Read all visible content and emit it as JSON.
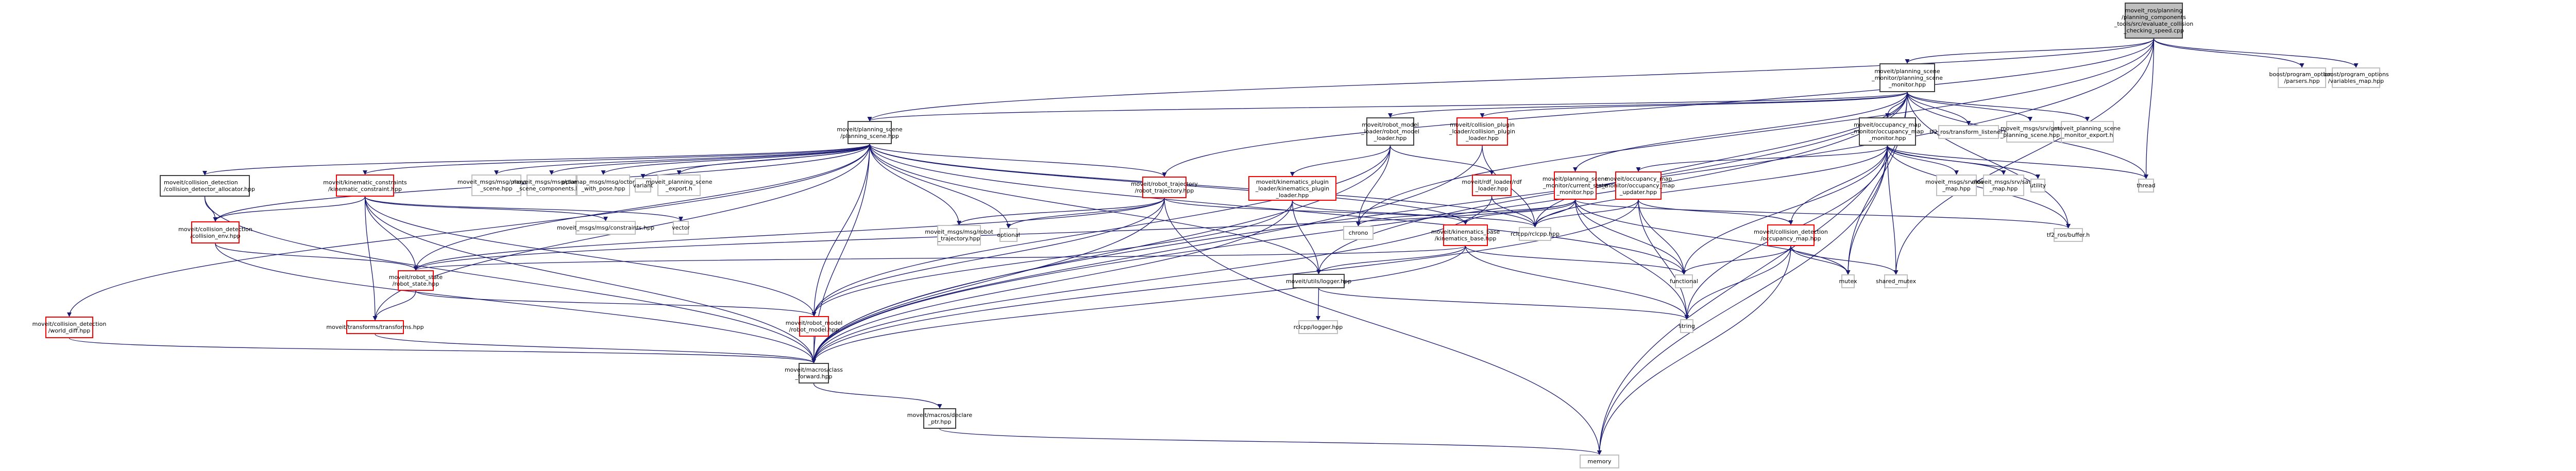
{
  "title": "Include dependency graph for evaluate_collision_checking_speed.cpp",
  "colors": {
    "edge": "#191970",
    "root_fill": "#bfbfbf",
    "documented_border": "#404040",
    "incomplete_border": "#ff0000",
    "external_border": "#bfbfbf"
  },
  "nodes": {
    "root": {
      "label": "moveit_ros/planning\n/planning_components\n_tools/src/evaluate_collision\n_checking_speed.cpp",
      "kind": "root"
    },
    "psm": {
      "label": "moveit/planning_scene\n_monitor/planning_scene\n_monitor.hpp",
      "kind": "documented"
    },
    "po_parsers": {
      "label": "boost/program_options\n/parsers.hpp",
      "kind": "external"
    },
    "po_vmap": {
      "label": "boost/program_options\n/variables_map.hpp",
      "kind": "external"
    },
    "ps": {
      "label": "moveit/planning_scene\n/planning_scene.hpp",
      "kind": "documented"
    },
    "rml": {
      "label": "moveit/robot_model\n_loader/robot_model\n_loader.hpp",
      "kind": "documented"
    },
    "cpl": {
      "label": "moveit/collision_plugin\n_loader/collision_plugin\n_loader.hpp",
      "kind": "incomplete"
    },
    "tf_listener": {
      "label": "tf2_ros/transform_listener.h",
      "kind": "external"
    },
    "get_ps": {
      "label": "moveit_msgs/srv/get\n_planning_scene.hpp",
      "kind": "external"
    },
    "psm_export": {
      "label": "moveit_planning_scene\n_monitor_export.h",
      "kind": "external"
    },
    "omm": {
      "label": "moveit/occupancy_map\n_monitor/occupancy_map\n_monitor.hpp",
      "kind": "documented"
    },
    "cda": {
      "label": "moveit/collision_detection\n/collision_detector_allocator.hpp",
      "kind": "documented"
    },
    "kc": {
      "label": "moveit/kinematic_constraints\n/kinematic_constraint.hpp",
      "kind": "incomplete"
    },
    "msg_ps": {
      "label": "moveit_msgs/msg/planning\n_scene.hpp",
      "kind": "external"
    },
    "msg_psc": {
      "label": "moveit_msgs/msg/planning\n_scene_components.hpp",
      "kind": "external"
    },
    "octomap": {
      "label": "octomap_msgs/msg/octomap\n_with_pose.hpp",
      "kind": "external"
    },
    "variant": {
      "label": "variant",
      "kind": "external"
    },
    "ps_export": {
      "label": "moveit_planning_scene\n_export.h",
      "kind": "external"
    },
    "rt": {
      "label": "moveit/robot_trajectory\n/robot_trajectory.hpp",
      "kind": "incomplete"
    },
    "kpl": {
      "label": "moveit/kinematics_plugin\n_loader/kinematics_plugin\n_loader.hpp",
      "kind": "incomplete"
    },
    "rdf": {
      "label": "moveit/rdf_loader/rdf\n_loader.hpp",
      "kind": "incomplete"
    },
    "csm": {
      "label": "moveit/planning_scene\n_monitor/current_state\n_monitor.hpp",
      "kind": "incomplete"
    },
    "omu": {
      "label": "moveit/occupancy_map\n_monitor/occupancy_map\n_updater.hpp",
      "kind": "incomplete"
    },
    "load_map": {
      "label": "moveit_msgs/srv/load\n_map.hpp",
      "kind": "external"
    },
    "save_map": {
      "label": "moveit_msgs/srv/save\n_map.hpp",
      "kind": "external"
    },
    "utility": {
      "label": "utility",
      "kind": "external"
    },
    "thread": {
      "label": "thread",
      "kind": "external"
    },
    "constraints": {
      "label": "moveit_msgs/msg/constraints.hpp",
      "kind": "external"
    },
    "vector": {
      "label": "vector",
      "kind": "external"
    },
    "msg_rt": {
      "label": "moveit_msgs/msg/robot\n_trajectory.hpp",
      "kind": "external"
    },
    "optional": {
      "label": "optional",
      "kind": "external"
    },
    "chrono": {
      "label": "chrono",
      "kind": "external"
    },
    "kb": {
      "label": "moveit/kinematics_base\n/kinematics_base.hpp",
      "kind": "incomplete"
    },
    "rclcpp": {
      "label": "rclcpp/rclcpp.hpp",
      "kind": "external"
    },
    "om": {
      "label": "moveit/collision_detection\n/occupancy_map.hpp",
      "kind": "incomplete"
    },
    "tf_buffer": {
      "label": "tf2_ros/buffer.h",
      "kind": "external"
    },
    "ce": {
      "label": "moveit/collision_detection\n/collision_env.hpp",
      "kind": "incomplete"
    },
    "rs": {
      "label": "moveit/robot_state\n/robot_state.hpp",
      "kind": "incomplete"
    },
    "wd": {
      "label": "moveit/collision_detection\n/world_diff.hpp",
      "kind": "incomplete"
    },
    "tr": {
      "label": "moveit/transforms/transforms.hpp",
      "kind": "incomplete"
    },
    "logger": {
      "label": "moveit/utils/logger.hpp",
      "kind": "documented"
    },
    "rclcpp_logger": {
      "label": "rclcpp/logger.hpp",
      "kind": "external"
    },
    "functional": {
      "label": "functional",
      "kind": "external"
    },
    "string": {
      "label": "string",
      "kind": "external"
    },
    "mutex": {
      "label": "mutex",
      "kind": "external"
    },
    "shared_mutex": {
      "label": "shared_mutex",
      "kind": "external"
    },
    "rm": {
      "label": "moveit/robot_model\n/robot_model.hpp",
      "kind": "incomplete"
    },
    "cf": {
      "label": "moveit/macros/class\n_forward.hpp",
      "kind": "documented"
    },
    "dp": {
      "label": "moveit/macros/declare\n_ptr.hpp",
      "kind": "documented"
    },
    "memory": {
      "label": "memory",
      "kind": "external"
    }
  },
  "edges": [
    [
      "root",
      "psm"
    ],
    [
      "root",
      "po_parsers"
    ],
    [
      "root",
      "po_vmap"
    ],
    [
      "root",
      "thread"
    ],
    [
      "root",
      "ps"
    ],
    [
      "root",
      "rt"
    ],
    [
      "root",
      "cf"
    ],
    [
      "root",
      "shared_mutex"
    ],
    [
      "root",
      "chrono"
    ],
    [
      "psm",
      "ps"
    ],
    [
      "psm",
      "rml"
    ],
    [
      "psm",
      "cpl"
    ],
    [
      "psm",
      "tf_listener"
    ],
    [
      "psm",
      "get_ps"
    ],
    [
      "psm",
      "psm_export"
    ],
    [
      "psm",
      "omm"
    ],
    [
      "psm",
      "csm"
    ],
    [
      "psm",
      "rclcpp"
    ],
    [
      "psm",
      "thread"
    ],
    [
      "psm",
      "mutex"
    ],
    [
      "psm",
      "memory"
    ],
    [
      "psm",
      "logger"
    ],
    [
      "psm",
      "tf_buffer"
    ],
    [
      "psm",
      "cf"
    ],
    [
      "ps",
      "cda"
    ],
    [
      "ps",
      "kc"
    ],
    [
      "ps",
      "msg_ps"
    ],
    [
      "ps",
      "msg_psc"
    ],
    [
      "ps",
      "octomap"
    ],
    [
      "ps",
      "variant"
    ],
    [
      "ps",
      "ps_export"
    ],
    [
      "ps",
      "rt"
    ],
    [
      "ps",
      "ce"
    ],
    [
      "ps",
      "wd"
    ],
    [
      "ps",
      "rs"
    ],
    [
      "ps",
      "tr"
    ],
    [
      "ps",
      "rm"
    ],
    [
      "ps",
      "cf"
    ],
    [
      "ps",
      "optional"
    ],
    [
      "ps",
      "msg_rt"
    ],
    [
      "ps",
      "functional"
    ],
    [
      "ps",
      "kb"
    ],
    [
      "ps",
      "rclcpp"
    ],
    [
      "ps",
      "logger"
    ],
    [
      "rml",
      "rdf"
    ],
    [
      "rml",
      "kpl"
    ],
    [
      "rml",
      "rm"
    ],
    [
      "rml",
      "cf"
    ],
    [
      "rml",
      "chrono"
    ],
    [
      "cpl",
      "rclcpp"
    ],
    [
      "cpl",
      "cf"
    ],
    [
      "omm",
      "omu"
    ],
    [
      "omm",
      "load_map"
    ],
    [
      "omm",
      "save_map"
    ],
    [
      "omm",
      "utility"
    ],
    [
      "omm",
      "thread"
    ],
    [
      "omm",
      "om"
    ],
    [
      "omm",
      "tf_buffer"
    ],
    [
      "omm",
      "mutex"
    ],
    [
      "omm",
      "functional"
    ],
    [
      "omm",
      "string"
    ],
    [
      "omm",
      "rclcpp"
    ],
    [
      "omm",
      "memory"
    ],
    [
      "omm",
      "shared_mutex"
    ],
    [
      "cda",
      "ce"
    ],
    [
      "cda",
      "cf"
    ],
    [
      "kc",
      "ce"
    ],
    [
      "kc",
      "rs"
    ],
    [
      "kc",
      "tr"
    ],
    [
      "kc",
      "rm"
    ],
    [
      "kc",
      "constraints"
    ],
    [
      "kc",
      "vector"
    ],
    [
      "kc",
      "cf"
    ],
    [
      "rt",
      "rs"
    ],
    [
      "rt",
      "rm"
    ],
    [
      "rt",
      "msg_rt"
    ],
    [
      "rt",
      "optional"
    ],
    [
      "rt",
      "cf"
    ],
    [
      "rt",
      "memory"
    ],
    [
      "rt",
      "rclcpp"
    ],
    [
      "kpl",
      "kb"
    ],
    [
      "kpl",
      "rm"
    ],
    [
      "kpl",
      "logger"
    ],
    [
      "kpl",
      "cf"
    ],
    [
      "rdf",
      "rclcpp"
    ],
    [
      "rdf",
      "cf"
    ],
    [
      "csm",
      "rs"
    ],
    [
      "csm",
      "rclcpp"
    ],
    [
      "csm",
      "functional"
    ],
    [
      "csm",
      "string"
    ],
    [
      "csm",
      "mutex"
    ],
    [
      "csm",
      "tf_buffer"
    ],
    [
      "csm",
      "chrono"
    ],
    [
      "csm",
      "kb"
    ],
    [
      "omu",
      "om"
    ],
    [
      "omu",
      "rclcpp"
    ],
    [
      "omu",
      "functional"
    ],
    [
      "omu",
      "string"
    ],
    [
      "omu",
      "cf"
    ],
    [
      "kb",
      "rs"
    ],
    [
      "kb",
      "logger"
    ],
    [
      "kb",
      "functional"
    ],
    [
      "kb",
      "string"
    ],
    [
      "kb",
      "cf"
    ],
    [
      "om",
      "functional"
    ],
    [
      "om",
      "string"
    ],
    [
      "om",
      "mutex"
    ],
    [
      "om",
      "shared_mutex"
    ],
    [
      "om",
      "memory"
    ],
    [
      "ce",
      "rs"
    ],
    [
      "ce",
      "cf"
    ],
    [
      "rs",
      "rm"
    ],
    [
      "rs",
      "tr"
    ],
    [
      "wd",
      "cf"
    ],
    [
      "tr",
      "cf"
    ],
    [
      "logger",
      "rclcpp_logger"
    ],
    [
      "logger",
      "string"
    ],
    [
      "rm",
      "cf"
    ],
    [
      "cf",
      "dp"
    ],
    [
      "dp",
      "memory"
    ]
  ]
}
